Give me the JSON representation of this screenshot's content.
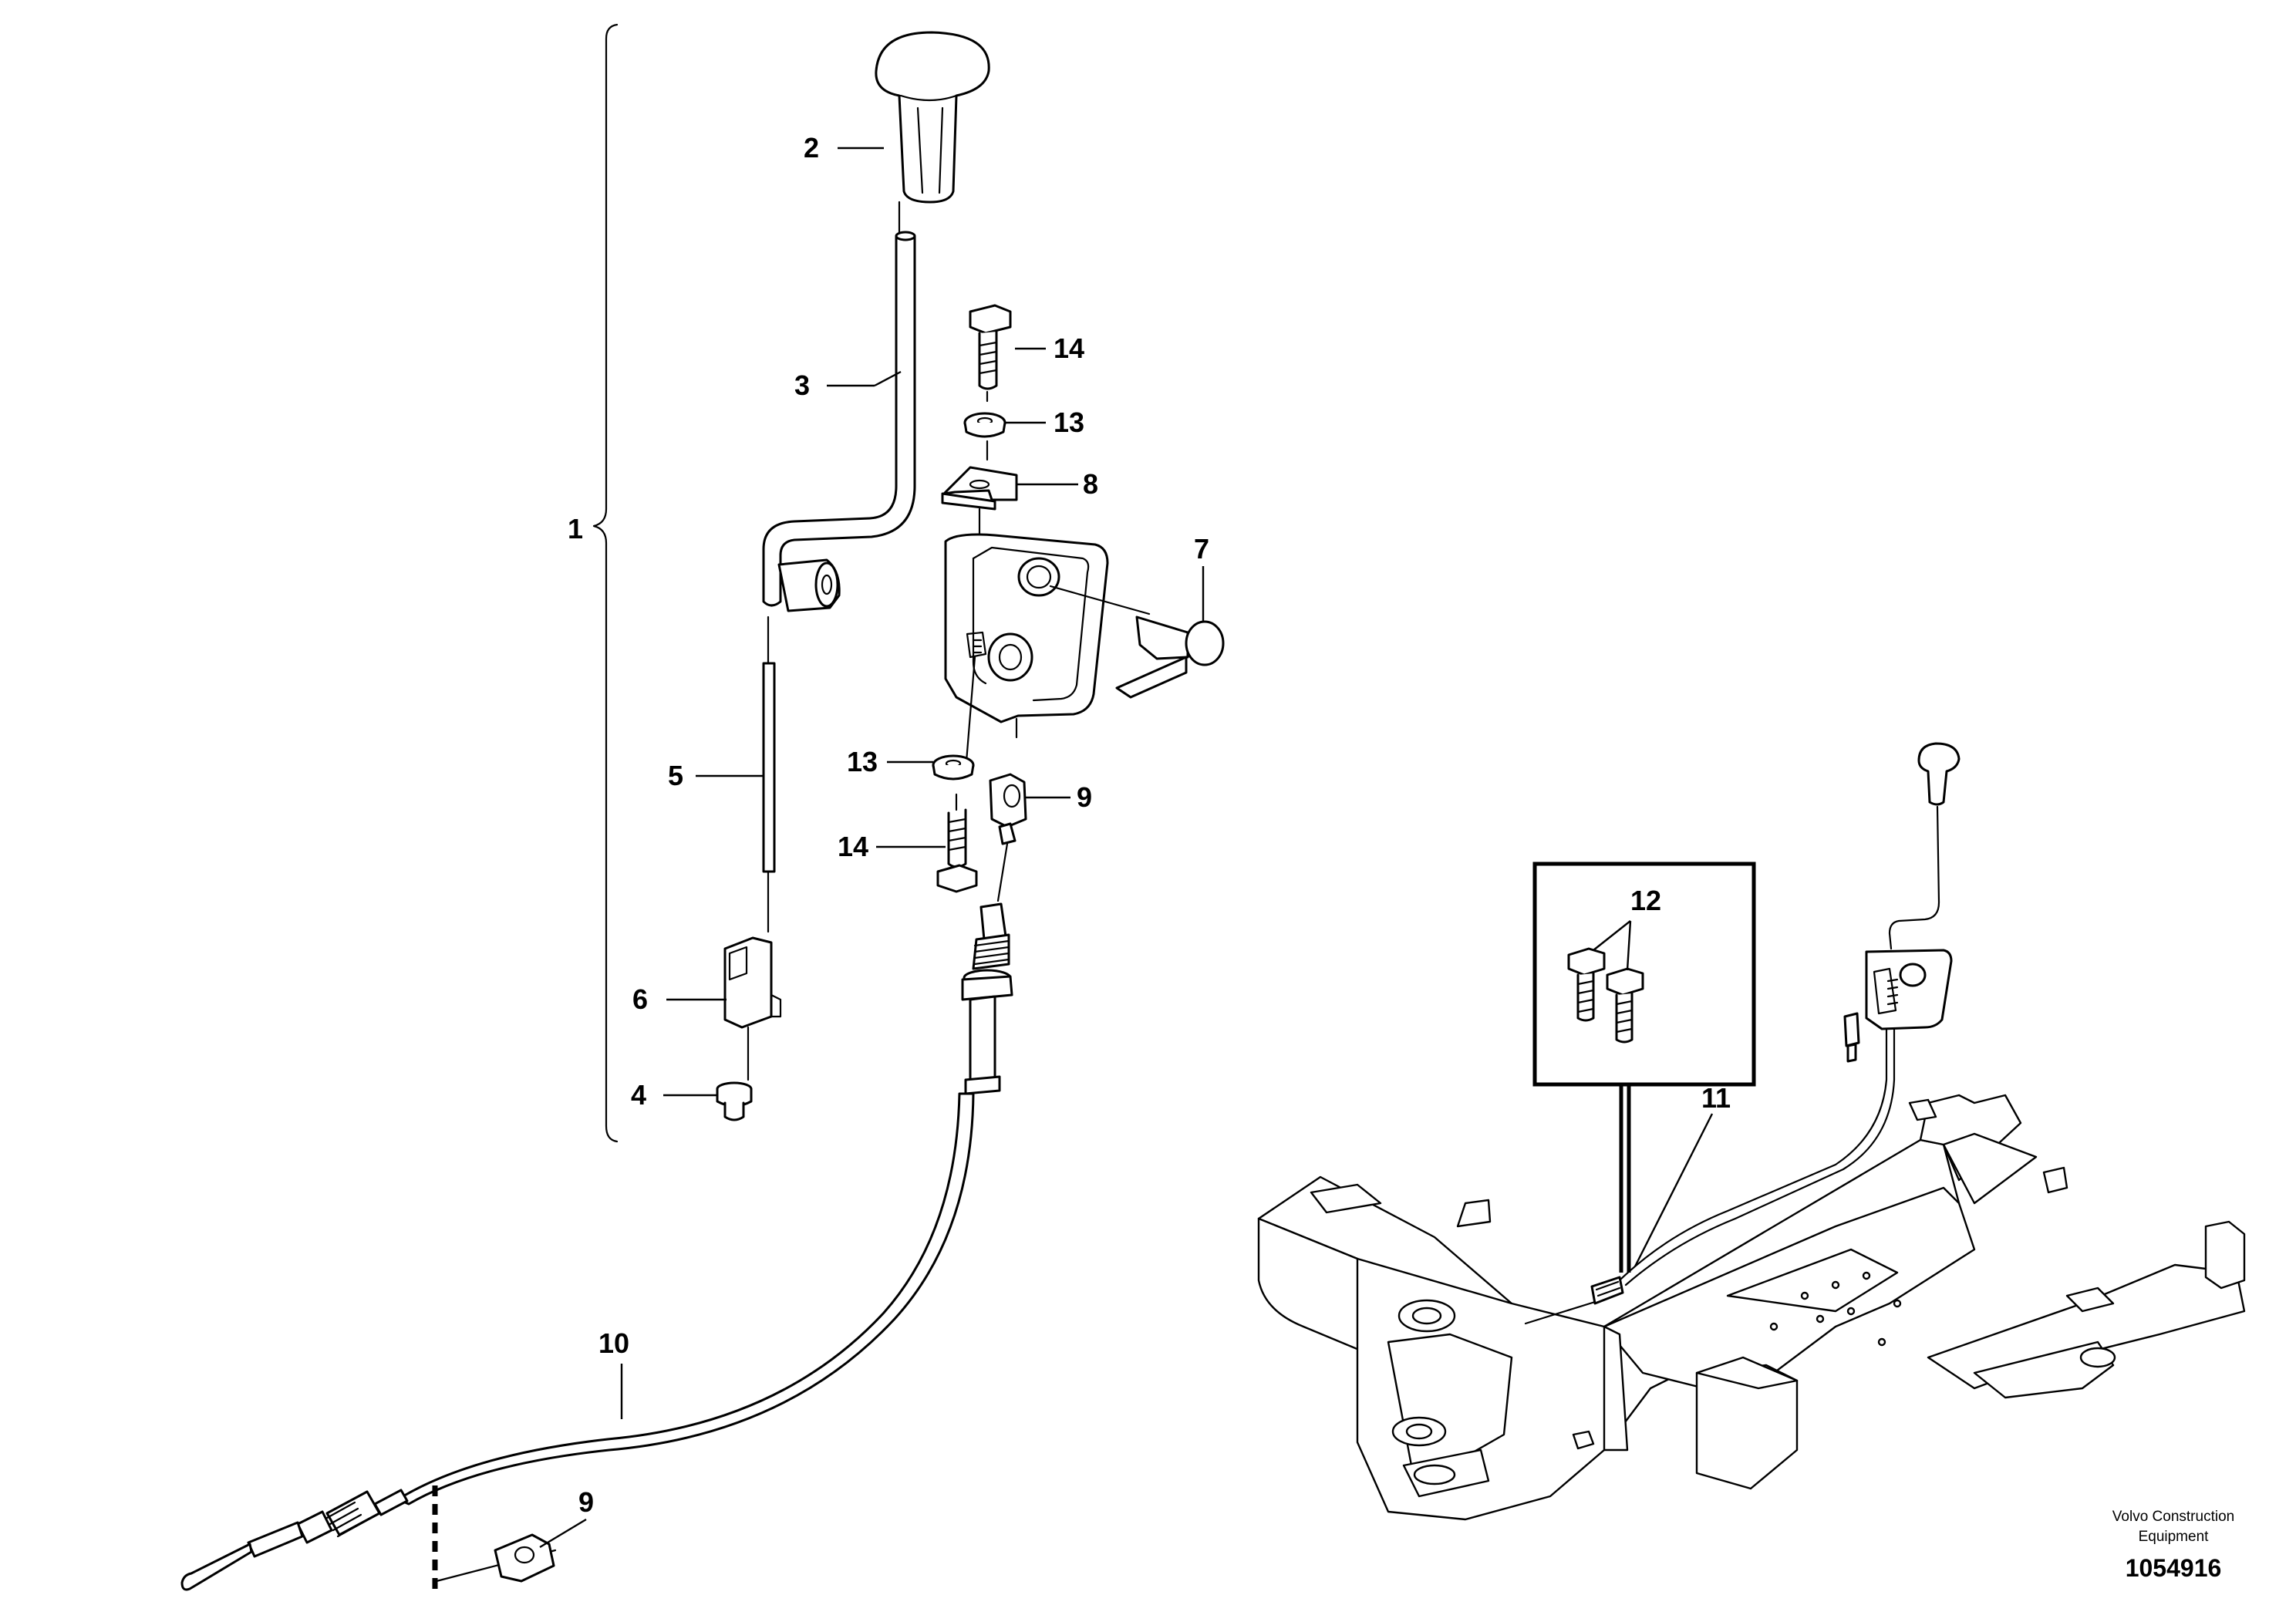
{
  "callouts": {
    "c1": "1",
    "c2": "2",
    "c3": "3",
    "c4": "4",
    "c5": "5",
    "c6": "6",
    "c7": "7",
    "c8": "8",
    "c9a": "9",
    "c9b": "9",
    "c10": "10",
    "c11": "11",
    "c12": "12",
    "c13a": "13",
    "c13b": "13",
    "c14a": "14",
    "c14b": "14"
  },
  "credit": {
    "line1": "Volvo Construction",
    "line2": "Equipment",
    "doc_number": "1054916"
  }
}
